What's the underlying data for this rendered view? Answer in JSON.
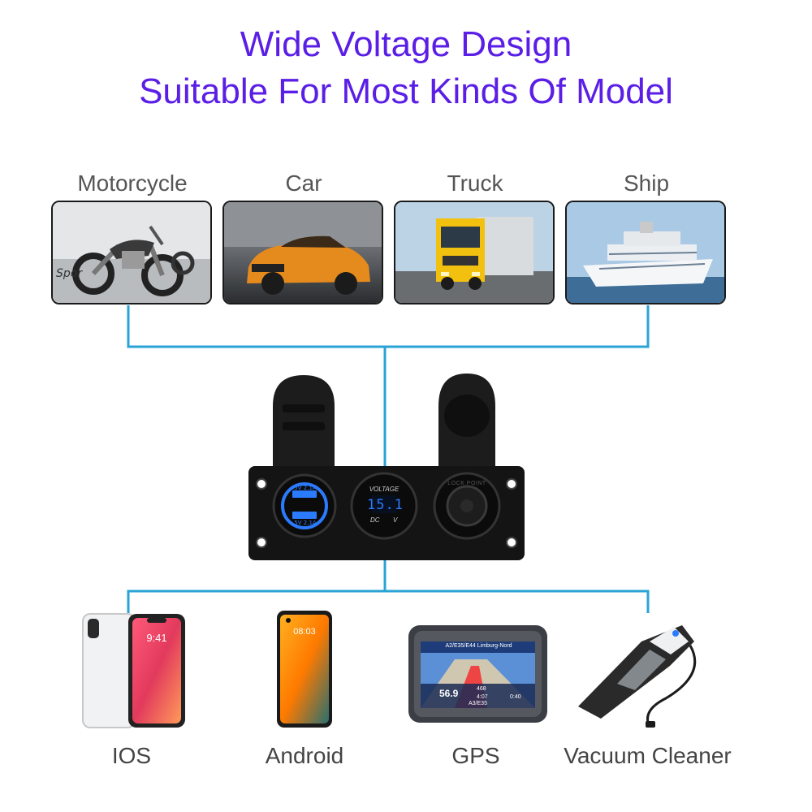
{
  "heading": {
    "line1": "Wide Voltage Design",
    "line2": "Suitable For Most Kinds Of Model"
  },
  "vehicles": [
    {
      "label": "Motorcycle"
    },
    {
      "label": "Car"
    },
    {
      "label": "Truck"
    },
    {
      "label": "Ship"
    }
  ],
  "panel": {
    "usb_label_top": "5V 2.1A",
    "usb_label_bottom": "5V 2.1A",
    "voltmeter_title": "VOLTAGE",
    "voltmeter_reading": "15.1",
    "voltmeter_dc": "DC",
    "voltmeter_unit": "V",
    "socket_text": "LOCK POINT"
  },
  "devices": [
    {
      "label": "IOS"
    },
    {
      "label": "Android"
    },
    {
      "label": "GPS"
    },
    {
      "label": "Vacuum Cleaner"
    }
  ],
  "screens": {
    "ios_time": "9:41",
    "android_time": "08:03",
    "gps_road": "A2/E35/E44 Limburg-Nord",
    "gps_speed": "56.9",
    "gps_dist": "468",
    "gps_time": "4:07",
    "gps_clock": "0:40",
    "gps_road2": "A3/E35"
  },
  "colors": {
    "title": "#5a1ee6",
    "connector": "#29a3d6",
    "led": "#2b7bff"
  }
}
